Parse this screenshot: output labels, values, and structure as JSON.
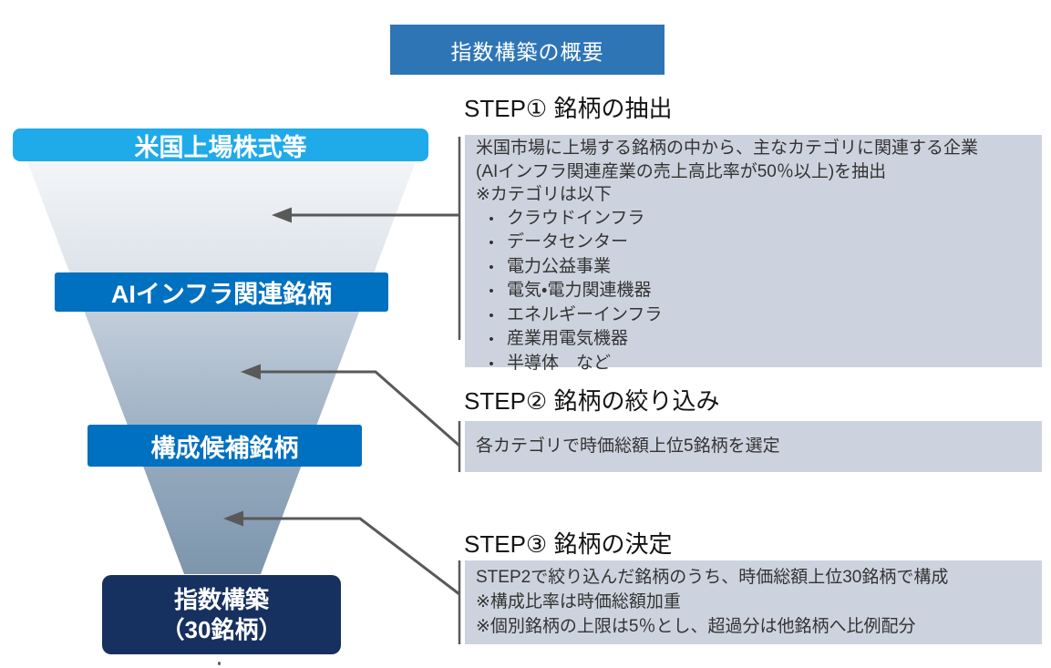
{
  "title": "指数構築の概要",
  "funnel": {
    "stages": [
      {
        "label": "米国上場株式等"
      },
      {
        "label": "AIインフラ関連銘柄"
      },
      {
        "label": "構成候補銘柄"
      }
    ],
    "result": {
      "line1": "指数構築",
      "line2": "（30銘柄）"
    }
  },
  "steps": [
    {
      "heading": "STEP① 銘柄の抽出",
      "lines": [
        "米国市場に上場する銘柄の中から、主なカテゴリに関連する企業",
        "(AIインフラ関連産業の売上高比率が50％以上)を抽出",
        "※カテゴリは以下"
      ],
      "bullets": [
        "クラウドインフラ",
        "データセンター",
        "電力公益事業",
        "電気・電力関連機器",
        "エネルギーインフラ",
        "産業用電気機器",
        "半導体　など"
      ]
    },
    {
      "heading": "STEP② 銘柄の絞り込み",
      "lines": [
        "各カテゴリで時価総額上位5銘柄を選定"
      ],
      "bullets": []
    },
    {
      "heading": "STEP③ 銘柄の決定",
      "lines": [
        "STEP2で絞り込んだ銘柄のうち、時価総額上位30銘柄で構成",
        "※構成比率は時価総額加重",
        "※個別銘柄の上限は5％とし、超過分は他銘柄へ比例配分"
      ],
      "bullets": []
    }
  ],
  "colors": {
    "title_bg": "#2E75B6",
    "stage_top_bg": "#1FAAE9",
    "stage_mid_bg": "#0070C0",
    "result_bg": "#16305F",
    "detail_block_bg": "#CDD3DE",
    "connector": "#595959",
    "funnel_gradient_top": "#F3F5F8",
    "funnel_gradient_bottom": "#7D96AC"
  }
}
